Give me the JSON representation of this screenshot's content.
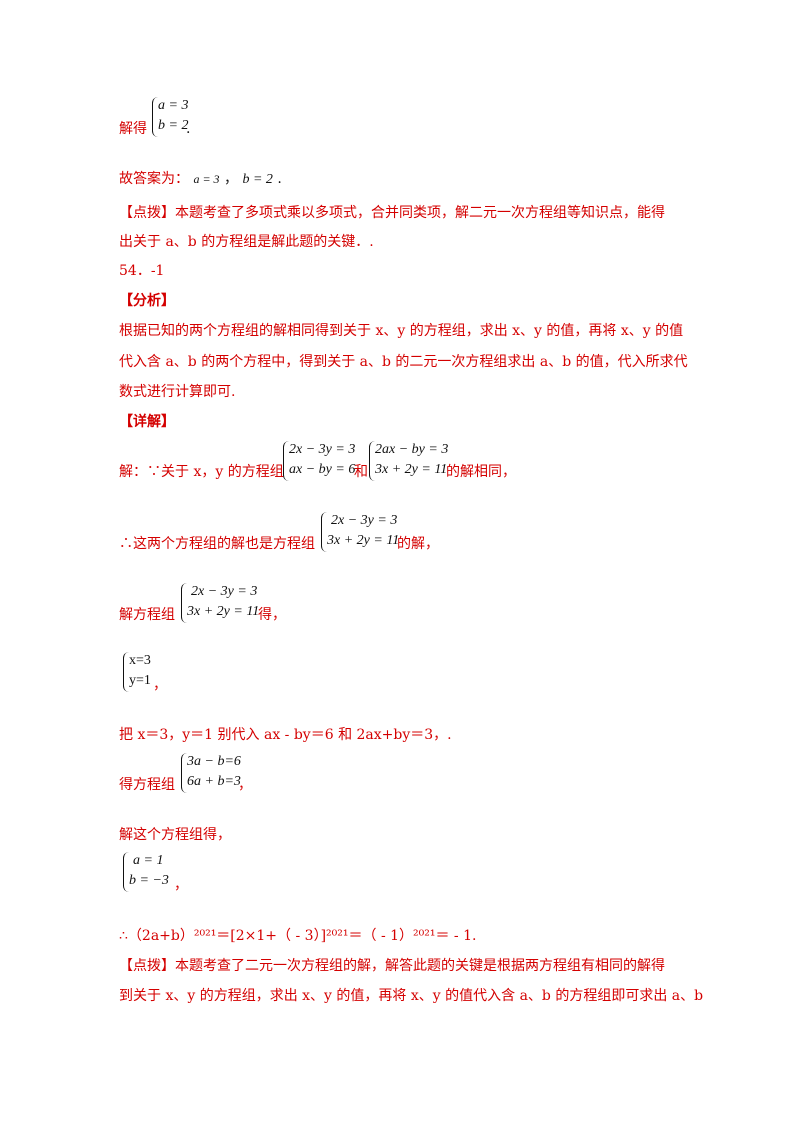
{
  "prev_solution": {
    "prefix": "解得",
    "sys": [
      "a = 3",
      "b = 2"
    ],
    "suffix": "."
  },
  "answer_line": {
    "label": "故答案为：",
    "a": "a = 3",
    "sep": "，",
    "b": "b = 2",
    "end": "."
  },
  "comment1": {
    "line1": "【点拨】本题考查了多项式乘以多项式，合并同类项，解二元一次方程组等知识点，能得",
    "line2": "出关于 a、b 的方程组是解此题的关键．."
  },
  "q54": {
    "number": "54．-1",
    "analysis_title": "【分析】",
    "analysis_lines": [
      "根据已知的两个方程组的解相同得到关于 x、y 的方程组，求出 x、y 的值，再将 x、y 的值",
      "代入含 a、b 的两个方程中，得到关于 a、b 的二元一次方程组求出 a、b 的值，代入所求代",
      "数式进行计算即可."
    ],
    "detail_title": "【详解】",
    "step1_prefix": "解：∵关于 x，y 的方程组",
    "step1_sys1": [
      "2x − 3y = 3",
      "ax − by = 6"
    ],
    "step1_mid": "和",
    "step1_sys2": [
      "2ax − by = 3",
      "3x + 2y = 11"
    ],
    "step1_suffix": "的解相同，",
    "step2_prefix": "∴这两个方程组的解也是方程组",
    "step2_sys": [
      "2x − 3y = 3",
      "3x + 2y = 11"
    ],
    "step2_suffix": "的解，",
    "step3_prefix": "解方程组",
    "step3_sys": [
      "2x − 3y = 3",
      "3x + 2y = 11"
    ],
    "step3_suffix": "得，",
    "step4_sys": [
      "x=3",
      "y=1"
    ],
    "step4_suffix": "，",
    "step5": "把 x＝3，y＝1 别代入 ax - by＝6 和 2ax+by＝3，.",
    "step6_prefix": "得方程组",
    "step6_sys": [
      "3a − b=6",
      "6a + b=3"
    ],
    "step6_suffix": "，",
    "step7": "解这个方程组得，",
    "step8_sys": [
      "a = 1",
      "b = −3"
    ],
    "step8_suffix": "，",
    "final": "∴（2a+b）²⁰²¹＝[2×1+（ - 3）]²⁰²¹＝（ - 1）²⁰²¹＝ - 1.",
    "comment_line1": "【点拨】本题考查了二元一次方程组的解，解答此题的关键是根据两方程组有相同的解得",
    "comment_line2": "到关于 x、y 的方程组，求出 x、y 的值，再将 x、y 的值代入含 a、b 的方程组即可求出 a、b"
  }
}
